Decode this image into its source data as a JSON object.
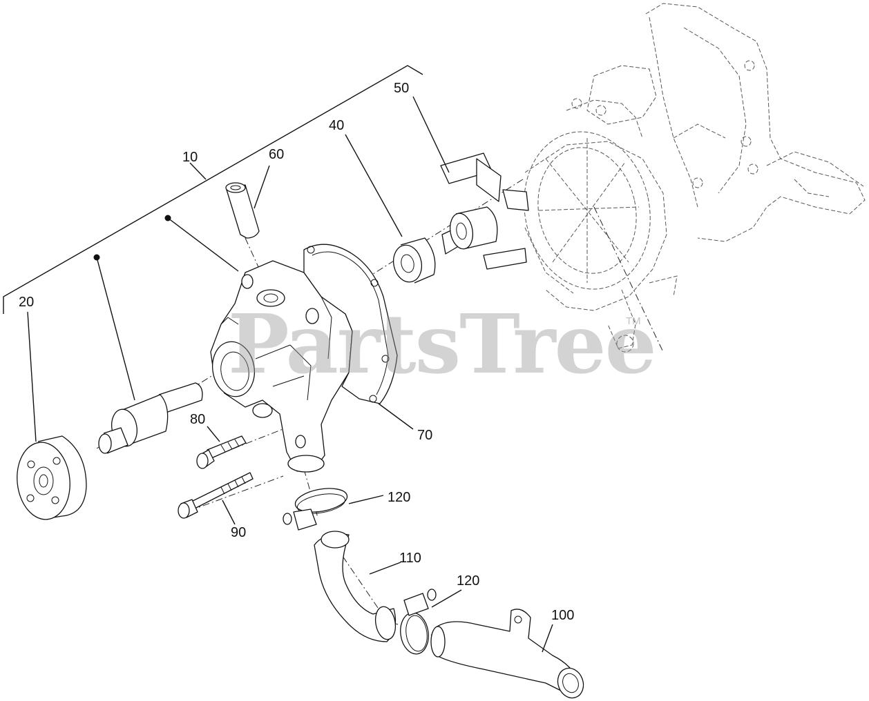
{
  "diagram": {
    "watermark": "PartsTree",
    "trademark": "TM",
    "callouts": {
      "c10": "10",
      "c20": "20",
      "c40": "40",
      "c50": "50",
      "c60": "60",
      "c70": "70",
      "c80": "80",
      "c90": "90",
      "c100": "100",
      "c110": "110",
      "c120a": "120",
      "c120b": "120"
    }
  }
}
